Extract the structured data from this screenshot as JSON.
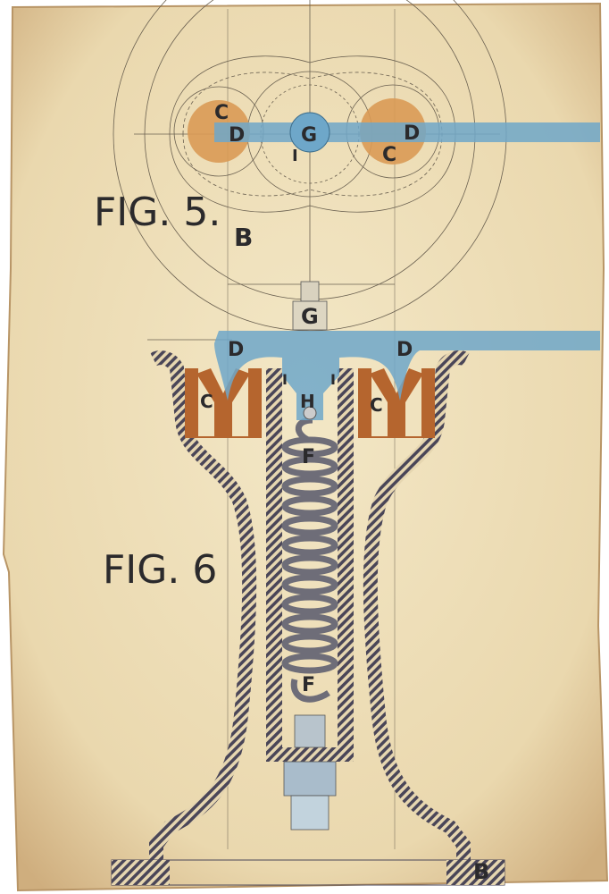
{
  "colors": {
    "paper": "#eedfb8",
    "paper_edge": "#c9a97a",
    "ink": "#2b2a2c",
    "blue": "#6ea7c9",
    "copper": "#b5652e",
    "orange": "#d99a55",
    "hatch": "#4a4658"
  },
  "fig5": {
    "title": "FIG. 5.",
    "section_mark": "B",
    "labels": {
      "c_left": "C",
      "d_left": "D",
      "g": "G",
      "i": "I",
      "d_right": "D",
      "c_right": "C"
    }
  },
  "fig6": {
    "title": "FIG. 6",
    "section_mark": "B",
    "labels": {
      "g": "G",
      "d_left": "D",
      "d_right": "D",
      "i_left": "I",
      "i_right": "I",
      "h": "H",
      "c_left": "C",
      "c_right": "C",
      "f_top": "F",
      "f_bottom": "F"
    }
  }
}
